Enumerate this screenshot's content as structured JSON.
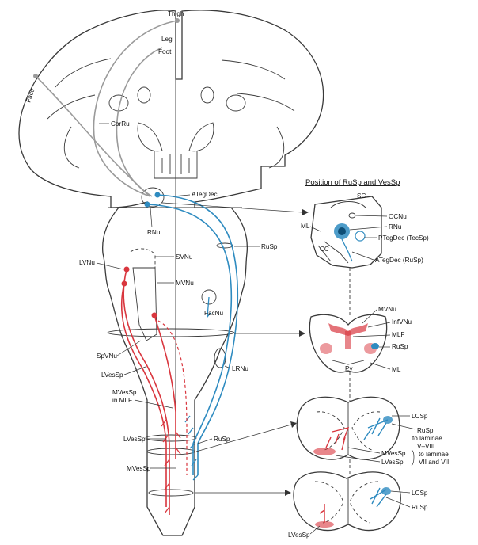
{
  "panel_title": "Position of RuSp and VesSp",
  "colors": {
    "rubrospinal": "#2e8bc0",
    "vestibulospinal": "#d9363e",
    "projection": "#9a9a9a",
    "outline": "#3a3a3a"
  },
  "labels": {
    "thigh": "Thigh",
    "leg": "Leg",
    "foot": "Foot",
    "face": "Face",
    "corru": "CorRu",
    "ategdec": "ATegDec",
    "rnu": "RNu",
    "rusp_mid": "RuSp",
    "svnu": "SVNu",
    "lvnu": "LVNu",
    "mvnu": "MVNu",
    "facnu": "FacNu",
    "spvnu": "SpVNu",
    "lvessp": "LVesSp",
    "mvessp_mlf_1": "MVesSp",
    "mvessp_mlf_2": "in MLF",
    "lrnu": "LRNu",
    "lvessp_low": "LVesSp",
    "rusp_low": "RuSp",
    "mvessp_low": "MVesSp"
  },
  "sections": {
    "midbrain": {
      "sc": "SC",
      "ocnu": "OCNu",
      "rnu": "RNu",
      "ml": "ML",
      "cc": "CC",
      "ptegdec": "PTegDec (TecSp)",
      "ategdec": "ATegDec (RuSp)"
    },
    "medulla": {
      "mvnu": "MVNu",
      "infvnu": "InfVNu",
      "mlf": "MLF",
      "rusp": "RuSp",
      "py": "Py",
      "ml": "ML"
    },
    "cervical": {
      "lcsp": "LCSp",
      "rusp_1": "RuSp",
      "rusp_2": "to laminae",
      "rusp_3": "V–VIII",
      "mvessp": "MVesSp",
      "lvessp": "LVesSp",
      "lam_1": "to laminae",
      "lam_2": "VII and VIII"
    },
    "lumbar": {
      "lcsp": "LCSp",
      "rusp": "RuSp",
      "lvessp": "LVesSp"
    }
  }
}
